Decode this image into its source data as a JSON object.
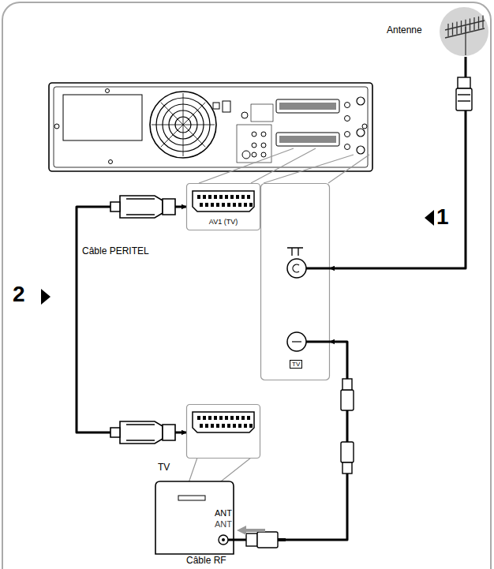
{
  "diagram": {
    "nodes": [
      {
        "text": [
          "Antenne"
        ]
      },
      {
        "text": [
          "AV1 (TV)"
        ]
      },
      {
        "text": [
          "TV"
        ]
      },
      {
        "text": [
          "TV",
          "ANT",
          "ANT"
        ]
      }
    ],
    "edges": [
      {
        "from": 0,
        "to": 2,
        "arrow": "to"
      },
      {
        "from": 1,
        "to": 3,
        "arrow": "both"
      },
      {
        "from": 3,
        "to": 2,
        "arrow": "to"
      }
    ],
    "labels": [
      "1",
      "Câble PERITEL",
      "2",
      "Câble RF"
    ]
  }
}
